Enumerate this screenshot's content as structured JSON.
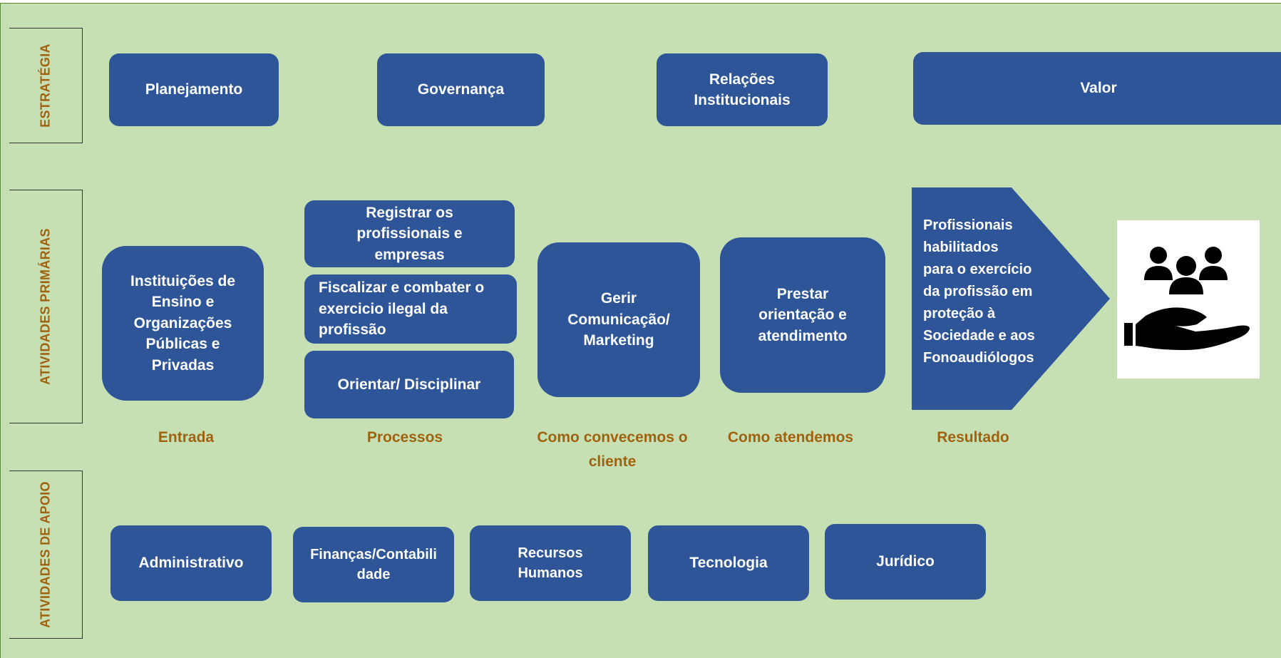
{
  "bands": {
    "strategy": "ESTRATÉGIA",
    "primary": "ATIVIDADES PRIMÁRIAS",
    "support": "ATIVIDADES DE APOIO"
  },
  "strategy": {
    "planejamento": "Planejamento",
    "governanca": "Governança",
    "relacoes": "Relações\nInstitucionais",
    "valor": "Valor"
  },
  "primary": {
    "entrada_box": "Instituições de\nEnsino e\nOrganizações\nPúblicas e\nPrivadas",
    "registrar": "Registrar os\nprofissionais e\nempresas",
    "fiscalizar": "Fiscalizar e combater o\nexercicio ilegal da\nprofissão",
    "orientar": "Orientar/ Disciplinar",
    "gerir": "Gerir\nComunicação/\nMarketing",
    "prestar": "Prestar\norientação e\natendimento",
    "resultado_text": "Profissionais\nhabilitados\npara o exercício\nda profissão em\nproteção à\nSociedade e aos\nFonoaudiólogos"
  },
  "captions": {
    "entrada": "Entrada",
    "processos": "Processos",
    "convencemos": "Como convecemos o\ncliente",
    "atendemos": "Como atendemos",
    "resultado": "Resultado"
  },
  "support": {
    "administrativo": "Administrativo",
    "financas": "Finanças/Contabili\ndade",
    "rh": "Recursos\nHumanos",
    "tecnologia": "Tecnologia",
    "juridico": "Jurídico"
  },
  "icons": {
    "result_icon": "people-in-hand-icon"
  },
  "colors": {
    "background": "#c6e0b4",
    "box": "#2e5597",
    "label": "#a0620f"
  }
}
